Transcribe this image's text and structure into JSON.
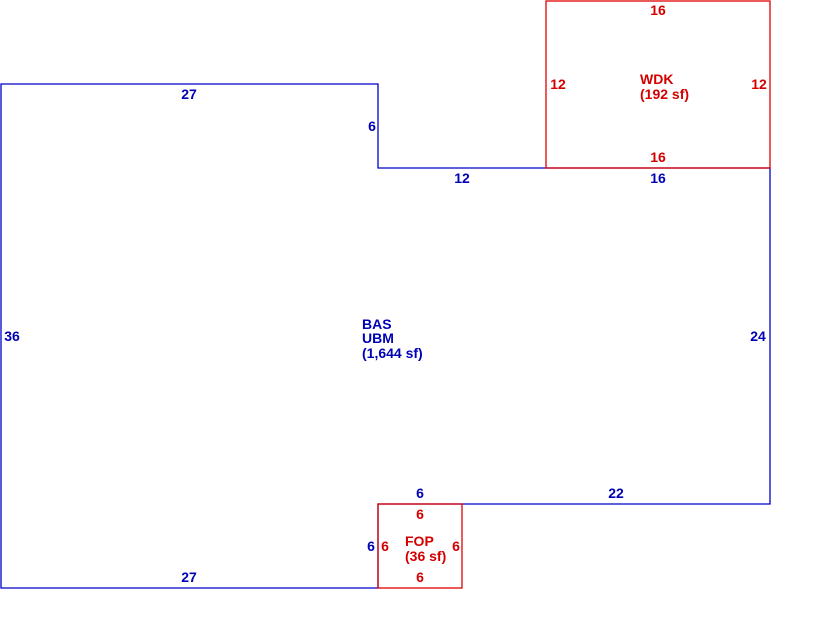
{
  "colors": {
    "main_area": "#0000c8",
    "addition": "#e00000",
    "background": "#ffffff"
  },
  "areas": {
    "main": {
      "code": "BAS",
      "sub_code": "UBM",
      "area_text": "(1,644 sf)",
      "dims": {
        "top_left": "27",
        "step_vertical": "6",
        "step_top": "12",
        "top_right": "16",
        "right": "24",
        "bottom_right": "22",
        "notch_top": "6",
        "notch_side": "6",
        "bottom_left": "27",
        "left": "36"
      }
    },
    "deck": {
      "code": "WDK",
      "area_text": "(192 sf)",
      "dims": {
        "top": "16",
        "left": "12",
        "right": "12",
        "bottom": "16"
      }
    },
    "porch": {
      "code": "FOP",
      "area_text": "(36 sf)",
      "dims": {
        "top": "6",
        "left": "6",
        "right": "6",
        "bottom": "6"
      }
    }
  }
}
